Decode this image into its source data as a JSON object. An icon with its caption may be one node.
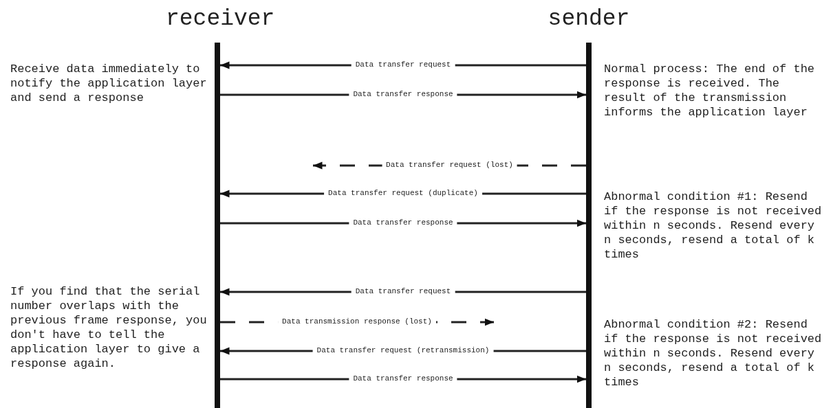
{
  "diagram": {
    "nodes": [
      {
        "text": [
          "receiver"
        ]
      },
      {
        "text": [
          "sender"
        ]
      }
    ],
    "edges": [
      {
        "from": 1,
        "to": 0,
        "arrow": "to",
        "label": "Data transfer request"
      },
      {
        "from": 0,
        "to": 1,
        "arrow": "to",
        "label": "Data transfer response"
      },
      {
        "from": 1,
        "to": null,
        "arrow": "to",
        "label": "Data transfer request (lost)",
        "style": "dashed"
      },
      {
        "from": 1,
        "to": 0,
        "arrow": "to",
        "label": "Data transfer request (duplicate)"
      },
      {
        "from": 0,
        "to": 1,
        "arrow": "to",
        "label": "Data transfer response"
      },
      {
        "from": 1,
        "to": 0,
        "arrow": "to",
        "label": "Data transfer request"
      },
      {
        "from": 0,
        "to": null,
        "arrow": "to",
        "label": "Data transmission response (lost)",
        "style": "dashed"
      },
      {
        "from": 1,
        "to": 0,
        "arrow": "to",
        "label": "Data transfer request (retransmission)"
      },
      {
        "from": 0,
        "to": 1,
        "arrow": "to",
        "label": "Data transfer response"
      }
    ],
    "labels": [
      "Receive data immediately to notify the application layer and send a response",
      "Normal process: The end of the response is received. The result of the transmission informs the application layer",
      "Abnormal condition #1: Resend if the response is not received within n seconds. Resend every n seconds, resend a total of k times",
      "If you find that the serial number overlaps with the previous frame response, you don't have to tell the application layer to give a response again.",
      "Abnormal condition #2: Resend if the response is not received within n seconds. Resend every n seconds, resend a total of k times"
    ]
  }
}
